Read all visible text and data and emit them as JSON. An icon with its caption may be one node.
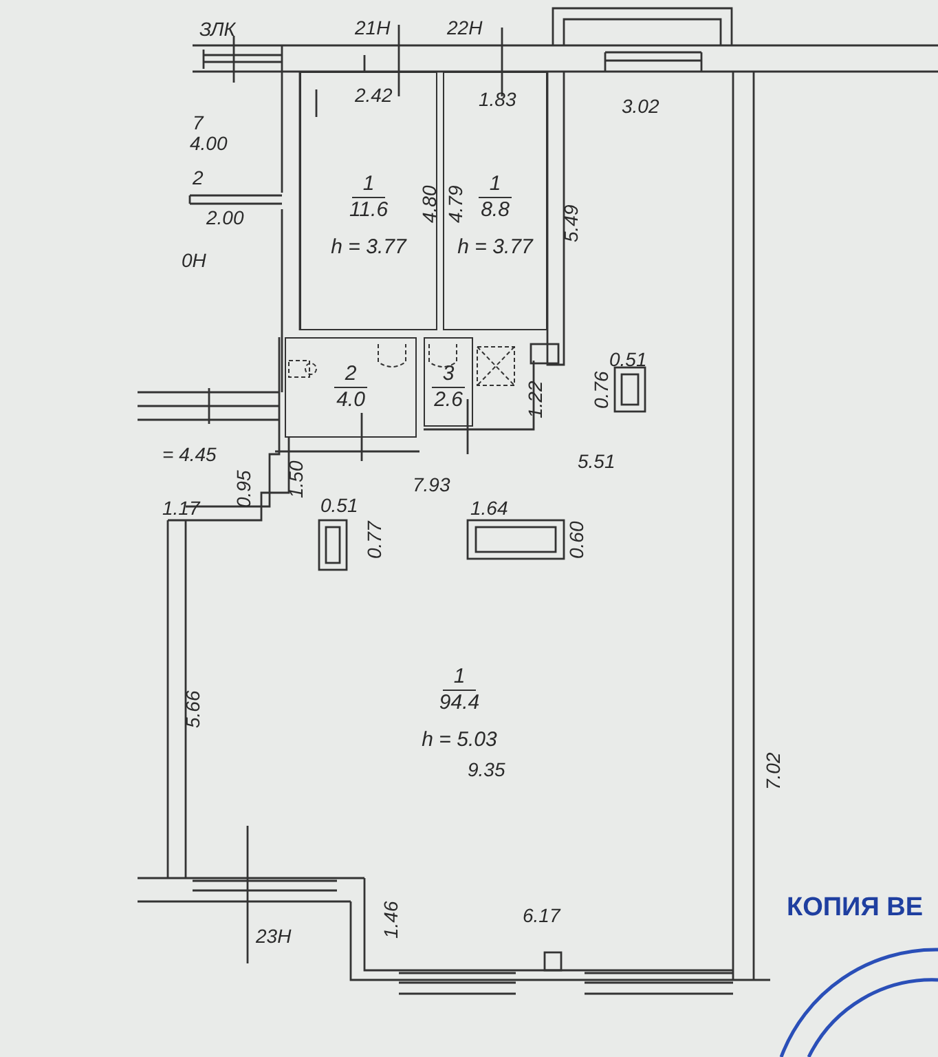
{
  "diagram": {
    "nodes": [
      {
        "text": [
          "1",
          "11.6",
          "h = 3.77"
        ]
      },
      {
        "text": [
          "1",
          "8.8",
          "h = 3.77"
        ]
      },
      {
        "text": [
          "2",
          "4.0"
        ]
      },
      {
        "text": [
          "3",
          "2.6"
        ]
      },
      {
        "text": [
          "1",
          "94.4",
          "h = 5.03"
        ]
      }
    ],
    "edges": [],
    "labels": [
      "ЗЛК",
      "21Н",
      "22Н",
      "2.42",
      "1.83",
      "3.02",
      "7",
      "4.00",
      "2",
      "2.00",
      "0Н",
      "4.80",
      "4.79",
      "5.49",
      "1.22",
      "0.51",
      "0.76",
      "= 4.45",
      "5.51",
      "0.95",
      "1.50",
      "7.93",
      "1.17",
      "0.51",
      "0.77",
      "1.64",
      "0.60",
      "9.35",
      "5.66",
      "7.02",
      "23Н",
      "1.46",
      "6.17",
      "КОПИЯ ВЕ"
    ]
  }
}
